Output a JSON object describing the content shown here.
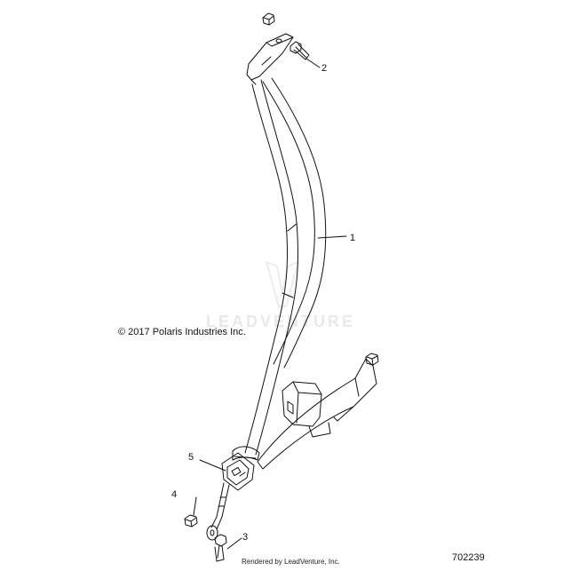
{
  "diagram": {
    "callouts": [
      "1",
      "2",
      "3",
      "4",
      "5"
    ],
    "copyright": "© 2017 Polaris Industries Inc.",
    "figure_id": "702239",
    "rendered_by": "Rendered by LeadVenture, Inc.",
    "watermark": "LEADVENTURE"
  },
  "colors": {
    "line": "#111111",
    "watermark": "#e9e9e9",
    "background": "#ffffff"
  }
}
